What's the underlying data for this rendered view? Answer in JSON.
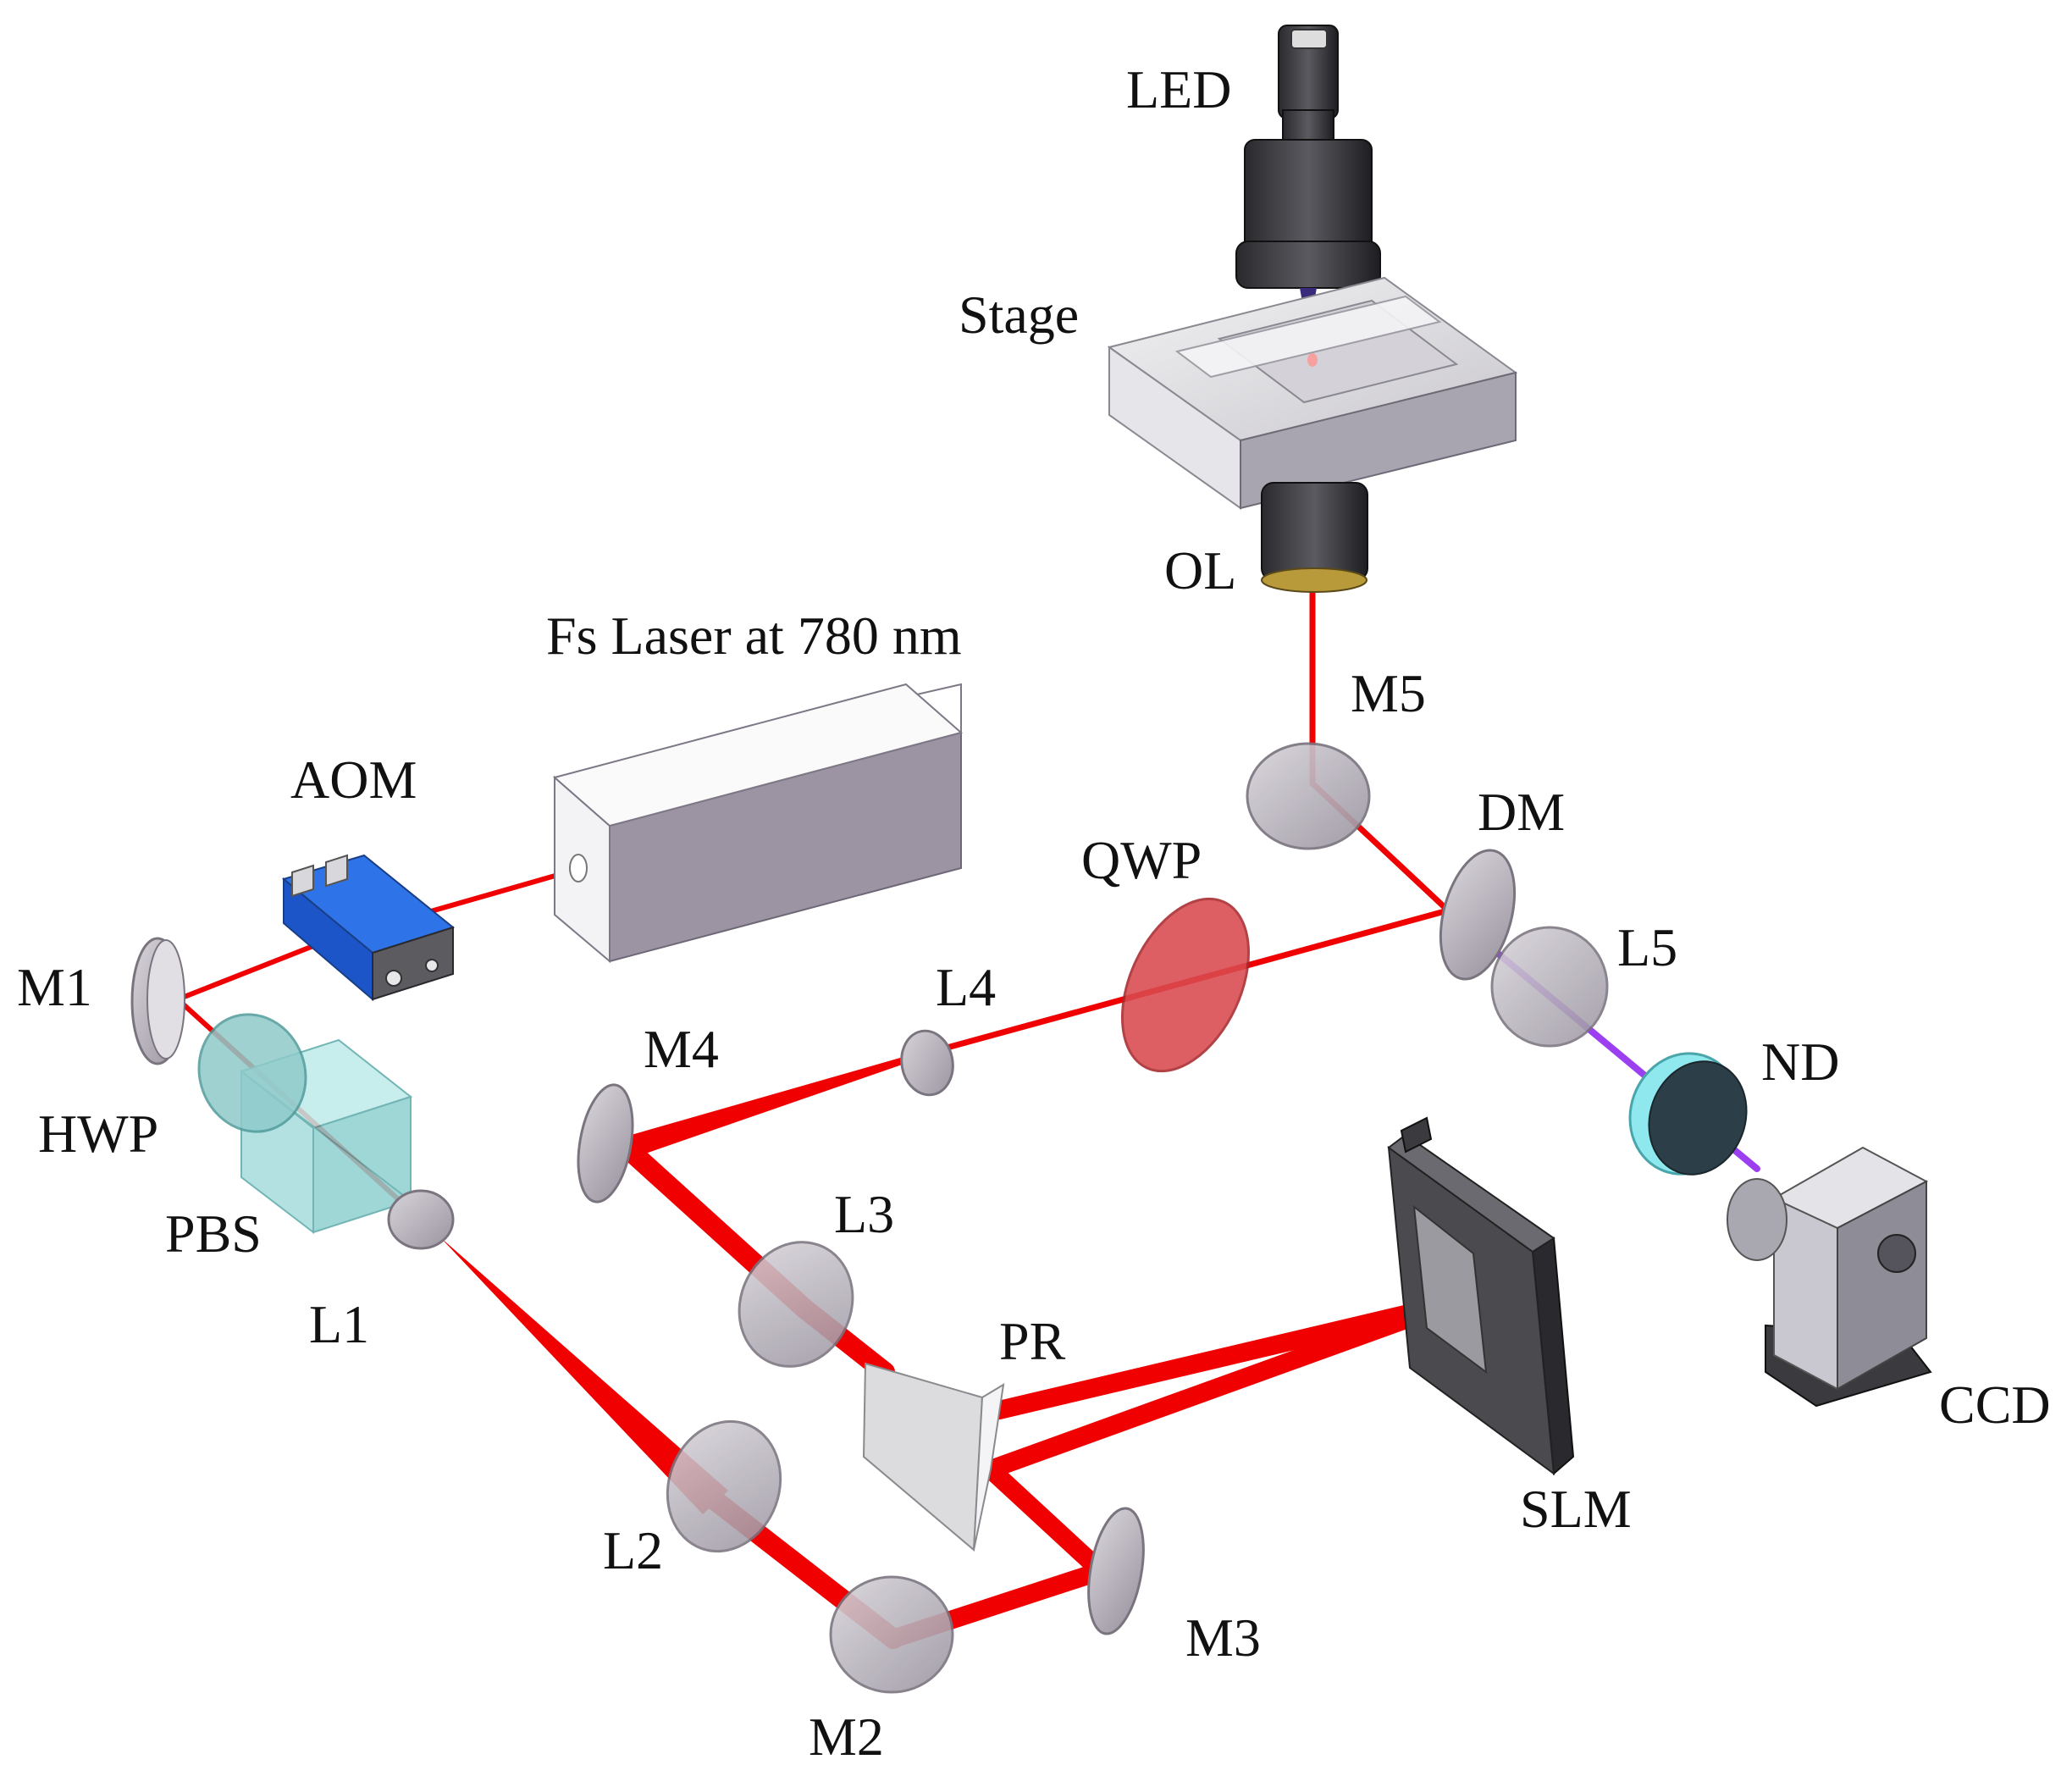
{
  "labels": {
    "led": "LED",
    "stage": "Stage",
    "ol": "OL",
    "laser": "Fs Laser at 780 nm",
    "m5": "M5",
    "aom": "AOM",
    "dm": "DM",
    "qwp": "QWP",
    "l5": "L5",
    "m1": "M1",
    "l4": "L4",
    "m4": "M4",
    "nd": "ND",
    "hwp": "HWP",
    "pbs": "PBS",
    "l3": "L3",
    "l1": "L1",
    "pr": "PR",
    "ccd": "CCD",
    "slm": "SLM",
    "l2": "L2",
    "m3": "M3",
    "m2": "M2"
  },
  "colors": {
    "beam": "#f00000",
    "fluorescence": "#9b3ff0",
    "optic_gray": "#a59fa8",
    "aom_blue": "#1f63d8",
    "qwp_red": "#d94a4f",
    "pbs_cyan": "#9fdede",
    "nd_cyan": "#8ee8ee"
  }
}
